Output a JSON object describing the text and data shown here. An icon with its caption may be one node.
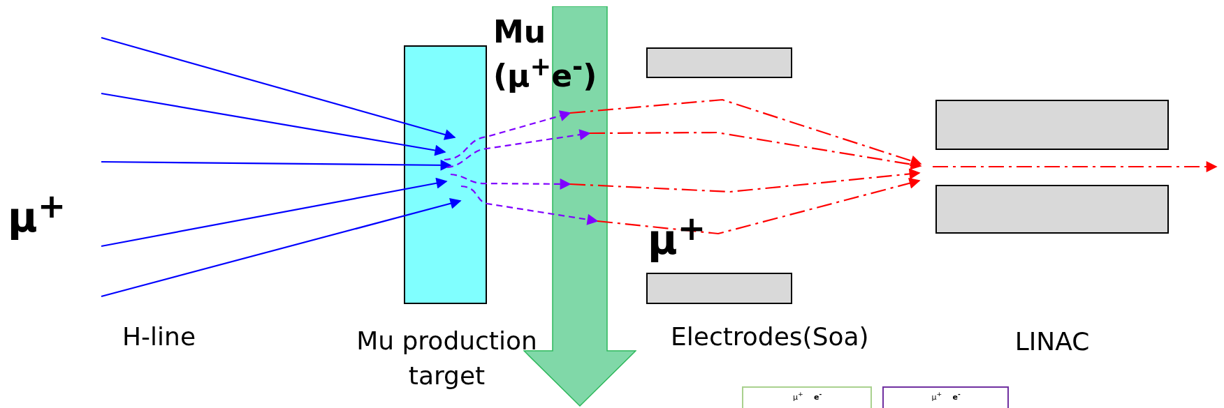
{
  "diagram": {
    "nodes": [
      {
        "text": [
          "Mu production target"
        ]
      },
      {
        "text": [],
        "shape": "arrow"
      },
      {
        "text": [],
        "shape": "box"
      },
      {
        "text": [],
        "shape": "box"
      },
      {
        "text": [
          "LINAC"
        ]
      },
      {
        "text": [
          "μ$^{+}$",
          "e$^{-}$"
        ]
      },
      {
        "text": [
          "μ$^{+}$",
          "e$^{-}$"
        ]
      }
    ],
    "edges": [
      {
        "from": null,
        "to": 0,
        "arrow": "to",
        "color": "#0000ff"
      },
      {
        "from": null,
        "to": 0,
        "arrow": "to",
        "color": "#0000ff"
      },
      {
        "from": null,
        "to": 0,
        "arrow": "to",
        "color": "#0000ff"
      },
      {
        "from": null,
        "to": 0,
        "arrow": "to",
        "color": "#0000ff"
      },
      {
        "from": null,
        "to": 0,
        "arrow": "to",
        "color": "#0000ff"
      },
      {
        "from": 0,
        "to": 1,
        "arrow": "to",
        "style": "dashed",
        "color": "#7f00ff"
      },
      {
        "from": 0,
        "to": 1,
        "arrow": "to",
        "style": "dashed",
        "color": "#7f00ff"
      },
      {
        "from": 0,
        "to": 1,
        "arrow": "to",
        "style": "dashed",
        "color": "#7f00ff"
      },
      {
        "from": 0,
        "to": 1,
        "arrow": "to",
        "style": "dashed",
        "color": "#7f00ff"
      },
      {
        "from": 1,
        "to": 4,
        "arrow": "to",
        "style": "dashed",
        "color": "#ff0000"
      },
      {
        "from": 1,
        "to": 4,
        "arrow": "to",
        "style": "dashed",
        "color": "#ff0000"
      },
      {
        "from": 1,
        "to": 4,
        "arrow": "to",
        "style": "dashed",
        "color": "#ff0000"
      },
      {
        "from": 1,
        "to": 4,
        "arrow": "to",
        "style": "dashed",
        "color": "#ff0000"
      },
      {
        "from": 4,
        "to": null,
        "arrow": "to",
        "style": "dashed",
        "color": "#ff0000"
      }
    ],
    "labels": [
      "Mu (μ$^{+}$e$^{-}$)",
      "μ$^{+}$",
      "μ$^{+}$",
      "H-line",
      "Electrodes(Soa)"
    ]
  }
}
